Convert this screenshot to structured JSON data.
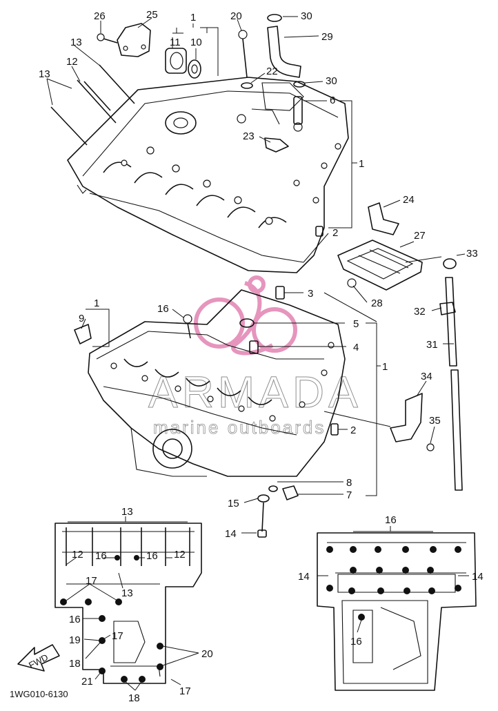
{
  "diagram_code": "1WG010-6130",
  "fwd_label": "FWD",
  "watermark": {
    "brand": "ARMADA",
    "tagline": "marine outboards",
    "color": "#e48ab6"
  },
  "callouts": {
    "c1a": "1",
    "c1b": "1",
    "c1c": "1",
    "c1d": "1",
    "c2a": "2",
    "c2b": "2",
    "c3": "3",
    "c4": "4",
    "c5": "5",
    "c6": "6",
    "c7": "7",
    "c8": "8",
    "c9": "9",
    "c10": "10",
    "c11": "11",
    "c12a": "12",
    "c12b": "12",
    "c12c": "12",
    "c13a": "13",
    "c13b": "13",
    "c13c": "13",
    "c13d": "13",
    "c14a": "14",
    "c14b": "14",
    "c14c": "14",
    "c15": "15",
    "c16a": "16",
    "c16b": "16",
    "c16c": "16",
    "c16d": "16",
    "c16e": "16",
    "c16f": "16",
    "c17a": "17",
    "c17b": "17",
    "c17c": "17",
    "c18a": "18",
    "c18b": "18",
    "c19": "19",
    "c20a": "20",
    "c20b": "20",
    "c21": "21",
    "c22": "22",
    "c23": "23",
    "c24": "24",
    "c25": "25",
    "c26": "26",
    "c27": "27",
    "c28": "28",
    "c29": "29",
    "c30a": "30",
    "c30b": "30",
    "c31": "31",
    "c32": "32",
    "c33": "33",
    "c34": "34",
    "c35": "35"
  }
}
